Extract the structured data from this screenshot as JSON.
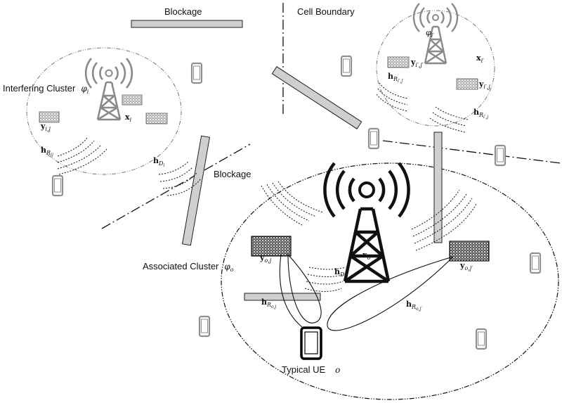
{
  "labels": {
    "blockage_top": "Blockage",
    "blockage_mid": "Blockage",
    "cell_boundary": "Cell Boundary",
    "interfering_cluster": "Interfering Cluster",
    "interfering_cluster_sym": "φ",
    "interfering_cluster_sub": "i",
    "associated_cluster": "Associated Cluster",
    "associated_cluster_sym": "φ",
    "associated_cluster_sub": "o",
    "typical_ue": "Typical UE",
    "typical_ue_sym": "o"
  },
  "symbols": {
    "x_i": {
      "base": "x",
      "sub": "i"
    },
    "x_i_prime": {
      "base": "x",
      "sub": "i′"
    },
    "x_o": {
      "base": "x",
      "sub": "o"
    },
    "phi_i_prime": {
      "base": "φ",
      "sub": "i′"
    },
    "y_i_j": {
      "base": "y",
      "sub": "i,j"
    },
    "y_ip_jp": {
      "base": "y",
      "sub": "i′,j′"
    },
    "y_ip_j": {
      "base": "y",
      "sub": "i′,j"
    },
    "y_o_j": {
      "base": "y",
      "sub": "o,j"
    },
    "y_o_jp": {
      "base": "y",
      "sub": "o,j′"
    },
    "h_R_ij": {
      "base": "h",
      "sub": "R",
      "subsub": "ij"
    },
    "h_R_ipjp": {
      "base": "h",
      "sub": "R",
      "subsub": "i′,j′"
    },
    "h_R_ipj": {
      "base": "h",
      "sub": "R",
      "subsub": "i′,j"
    },
    "h_D_i": {
      "base": "h",
      "sub": "D",
      "subsub": "i"
    },
    "h_D_o": {
      "base": "h",
      "sub": "D",
      "subsub": "o"
    },
    "h_R_oj": {
      "base": "h",
      "sub": "R",
      "subsub": "o,j"
    },
    "h_R_ojp": {
      "base": "h",
      "sub": "R",
      "subsub": "o,j′"
    }
  },
  "colors": {
    "ink": "#111111",
    "gray": "#8a8a8a",
    "blockage_fill": "#cfcfcf",
    "phone_gray": "#8f8f8f"
  },
  "icons": {
    "tower": "cell-tower-icon",
    "phone": "phone-icon",
    "irs": "irs-panel-icon"
  }
}
